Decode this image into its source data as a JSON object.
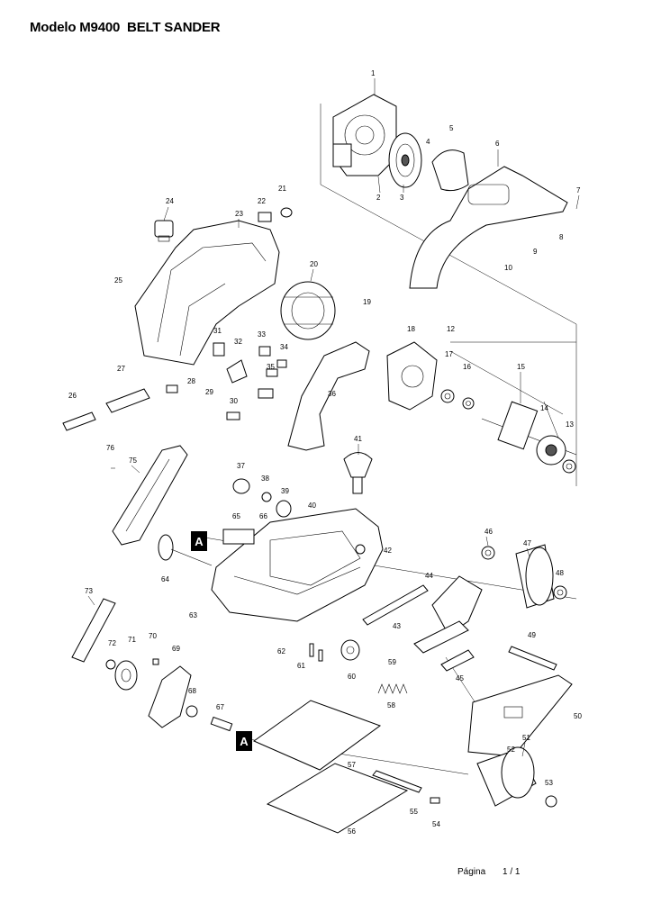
{
  "header": {
    "title": "Modelo M9400  BELT SANDER"
  },
  "footer": {
    "page_label": "Página",
    "page_number": "1 / 1"
  },
  "reference_mark": "A",
  "callouts": [
    "1",
    "2",
    "3",
    "4",
    "5",
    "6",
    "7",
    "8",
    "9",
    "10",
    "12",
    "13",
    "14",
    "15",
    "16",
    "17",
    "18",
    "19",
    "20",
    "21",
    "22",
    "23",
    "24",
    "25",
    "26",
    "27",
    "28",
    "29",
    "30",
    "31",
    "32",
    "33",
    "34",
    "35",
    "36",
    "37",
    "38",
    "39",
    "40",
    "41",
    "42",
    "43",
    "44",
    "45",
    "46",
    "47",
    "48",
    "49",
    "50",
    "51",
    "52",
    "53",
    "54",
    "55",
    "56",
    "57",
    "58",
    "59",
    "60",
    "61",
    "62",
    "63",
    "64",
    "65",
    "66",
    "67",
    "68",
    "69",
    "70",
    "71",
    "72",
    "73",
    "75",
    "76"
  ]
}
